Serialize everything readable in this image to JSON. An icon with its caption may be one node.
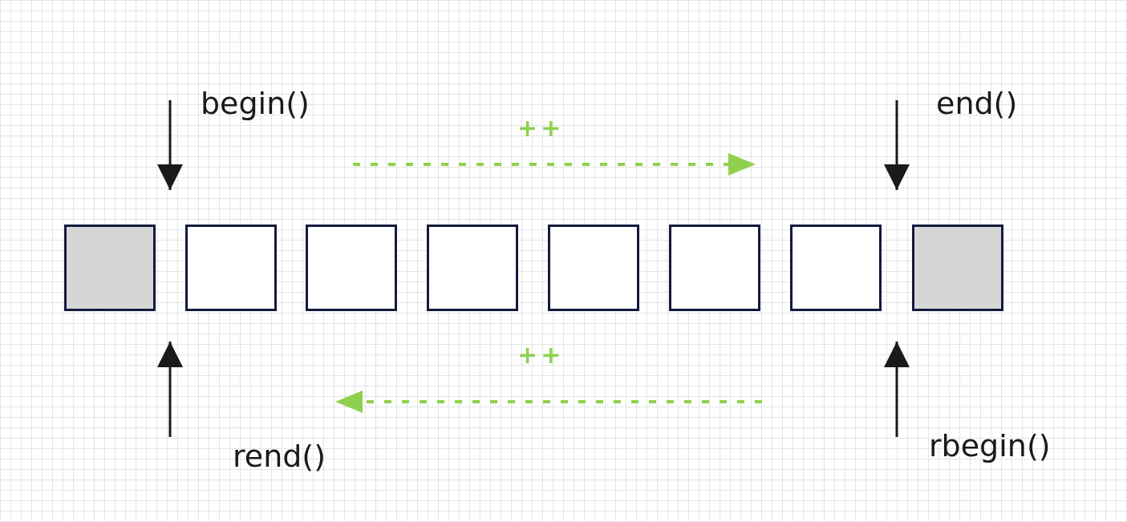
{
  "diagram": {
    "nodes": [
      {
        "text": [],
        "shape": "box"
      },
      {
        "text": [],
        "shape": "box"
      },
      {
        "text": [],
        "shape": "box"
      },
      {
        "text": [],
        "shape": "box"
      },
      {
        "text": [],
        "shape": "box"
      },
      {
        "text": [],
        "shape": "box"
      },
      {
        "text": [],
        "shape": "box"
      },
      {
        "text": [],
        "shape": "box"
      }
    ],
    "edges": [
      {
        "from": null,
        "to": 1,
        "arrow": "to"
      },
      {
        "from": null,
        "to": 7,
        "arrow": "to"
      },
      {
        "from": null,
        "to": 0,
        "arrow": "to"
      },
      {
        "from": null,
        "to": 6,
        "arrow": "to"
      }
    ],
    "labels": [
      "begin()",
      "end()",
      "++",
      "++",
      "rbegin()",
      "rend()"
    ]
  }
}
